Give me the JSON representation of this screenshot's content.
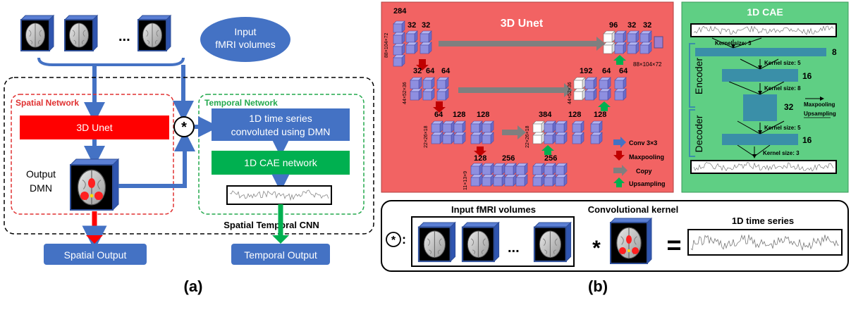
{
  "panel_a": {
    "input_label": "Input\nfMRI volumes",
    "ellipsis": "...",
    "spatial_network_title": "Spatial Network",
    "temporal_network_title": "Temporal Network",
    "unet_label": "3D Unet",
    "dmn_label": "Output\nDMN",
    "conv_label": "1D time series\nconvoluted using DMN",
    "cae_label": "1D CAE network",
    "stcnn_label": "Spatial Temporal CNN",
    "spatial_output": "Spatial Output",
    "temporal_output": "Temporal Output",
    "operator_symbol": "⊛",
    "caption": "(a)",
    "colors": {
      "blue": "#4472c4",
      "red": "#ff0000",
      "green": "#00b050",
      "arrow_red": "#ff0000",
      "arrow_green": "#00b050"
    }
  },
  "panel_b_unet": {
    "title": "3D Unet",
    "enc_labels": [
      "284",
      "32",
      "32",
      "32",
      "64",
      "64",
      "64",
      "128",
      "128",
      "128",
      "256"
    ],
    "dec_labels": [
      "96",
      "32",
      "32",
      "192",
      "64",
      "64",
      "384",
      "128",
      "128",
      "256"
    ],
    "dim_labels": [
      "88×104×72",
      "88×104×72",
      "44×52×36",
      "44×52×36",
      "22×26×18",
      "22×26×18",
      "11×13×9"
    ],
    "legend": [
      "Conv 3×3",
      "Maxpooling",
      "Copy",
      "Upsampling"
    ],
    "colors": {
      "background": "#f26363",
      "block": "#8e8fe0",
      "block_dark": "#6a6cc9",
      "purple": "#9b7fcf"
    }
  },
  "panel_b_cae": {
    "title": "1D CAE",
    "encoder_label": "Encoder",
    "decoder_label": "Decoder",
    "kernel_labels": [
      "Kernel size: 3",
      "Kernel size: 5",
      "Kernel size: 8",
      "Kernel size: 5",
      "Kernel size: 3"
    ],
    "layer_sizes": [
      "8",
      "16",
      "32",
      "16"
    ],
    "maxpooling_label": "Maxpooling",
    "upsampling_label": "Upsampling",
    "colors": {
      "background": "#5fcf84",
      "block": "#3a8fa8"
    }
  },
  "panel_b_conv": {
    "symbol": "⊛:",
    "input_title": "Input fMRI volumes",
    "ellipsis": "...",
    "kernel_title": "Convolutional kernel",
    "series_title": "1D time series",
    "star": "*",
    "equals": "="
  },
  "caption_b": "(b)"
}
